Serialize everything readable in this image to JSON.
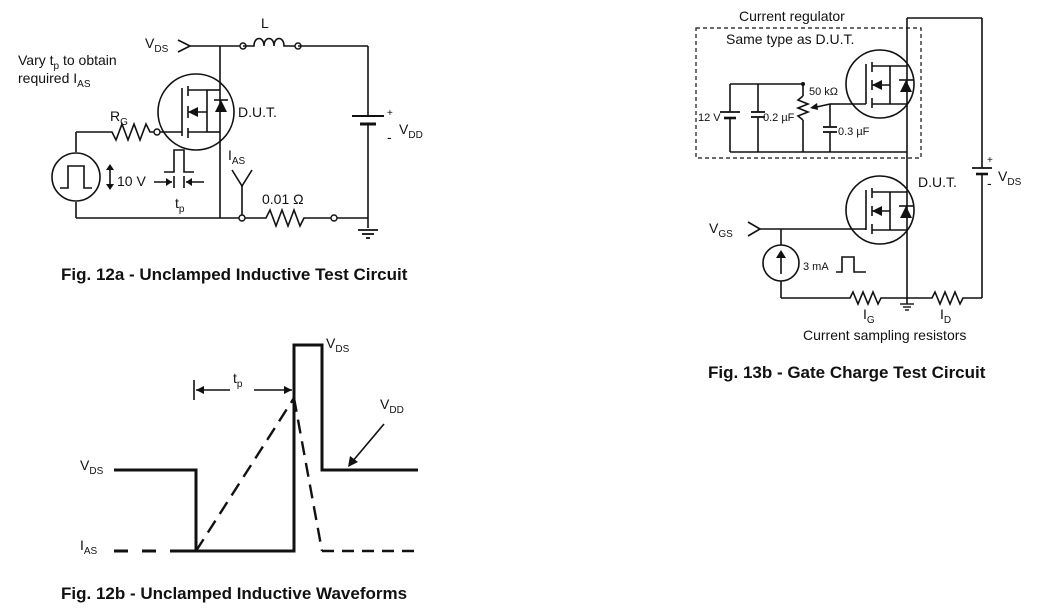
{
  "fig12a": {
    "caption": "Fig. 12a - Unclamped Inductive Test Circuit",
    "l": "L",
    "vds_v": "V",
    "vds_sub": "DS",
    "vary_1a": "Vary t",
    "vary_1sub": "p",
    "vary_1b": " to obtain",
    "vary_2a": "required I",
    "vary_2sub": "AS",
    "rg_v": "R",
    "rg_sub": "G",
    "dut": "D.U.T.",
    "ias_v": "I",
    "ias_sub": "AS",
    "vdd_v": "V",
    "vdd_sub": "DD",
    "plus": "+",
    "minus": "-",
    "v10": "10 V",
    "tp_v": "t",
    "tp_sub": "p",
    "r001": "0.01 Ω"
  },
  "fig12b": {
    "caption": "Fig. 12b - Unclamped Inductive Waveforms",
    "tp_v": "t",
    "tp_sub": "p",
    "vds_top_v": "V",
    "vds_top_sub": "DS",
    "vdd_v": "V",
    "vdd_sub": "DD",
    "vds_left_v": "V",
    "vds_left_sub": "DS",
    "ias_v": "I",
    "ias_sub": "AS"
  },
  "fig13b": {
    "caption": "Fig. 13b - Gate Charge Test Circuit",
    "regulator": "Current regulator",
    "same_type": "Same type as D.U.T.",
    "k50": "50 kΩ",
    "v12": "12 V",
    "uf02": "0.2 µF",
    "uf03": "0.3 µF",
    "dut": "D.U.T.",
    "vds_v": "V",
    "vds_sub": "DS",
    "plus": "+",
    "minus": "-",
    "vgs_v": "V",
    "vgs_sub": "GS",
    "ma3": "3 mA",
    "ig_v": "I",
    "ig_sub": "G",
    "id_v": "I",
    "id_sub": "D",
    "sampling": "Current sampling resistors"
  }
}
